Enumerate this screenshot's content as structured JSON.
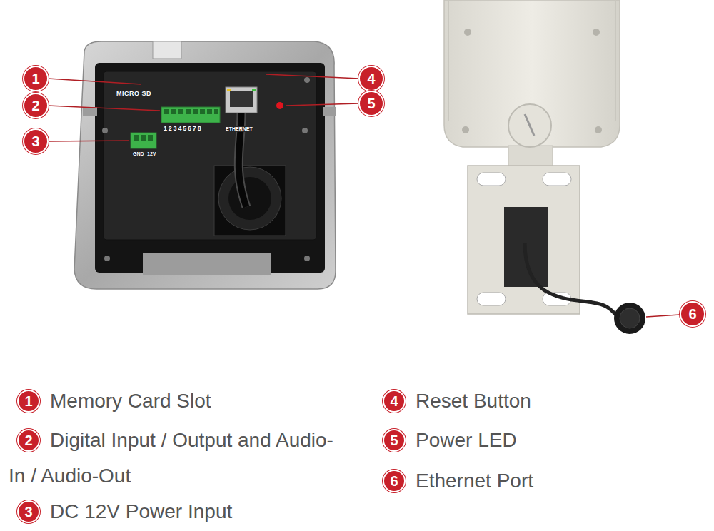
{
  "diagram": {
    "nodes": [
      {
        "text": [
          "1"
        ]
      },
      {
        "text": [
          "2"
        ]
      },
      {
        "text": [
          "3"
        ]
      },
      {
        "text": [
          "4"
        ]
      },
      {
        "text": [
          "5"
        ]
      },
      {
        "text": [
          "6"
        ]
      },
      {
        "text": [
          "1",
          "Memory Card Slot"
        ]
      },
      {
        "text": [
          "4",
          "Reset Button"
        ]
      },
      {
        "text": [
          "2",
          "Digital Input / Output and Audio-In / Audio-Out"
        ]
      },
      {
        "text": [
          "5",
          "Power LED"
        ]
      },
      {
        "text": [
          "3",
          "DC 12V Power Input"
        ]
      },
      {
        "text": [
          "6",
          "Ethernet Port"
        ]
      }
    ],
    "edges": [],
    "labels": [
      "MICRO SD",
      "12345678",
      "ETHERNET",
      "GND",
      "12V"
    ]
  }
}
